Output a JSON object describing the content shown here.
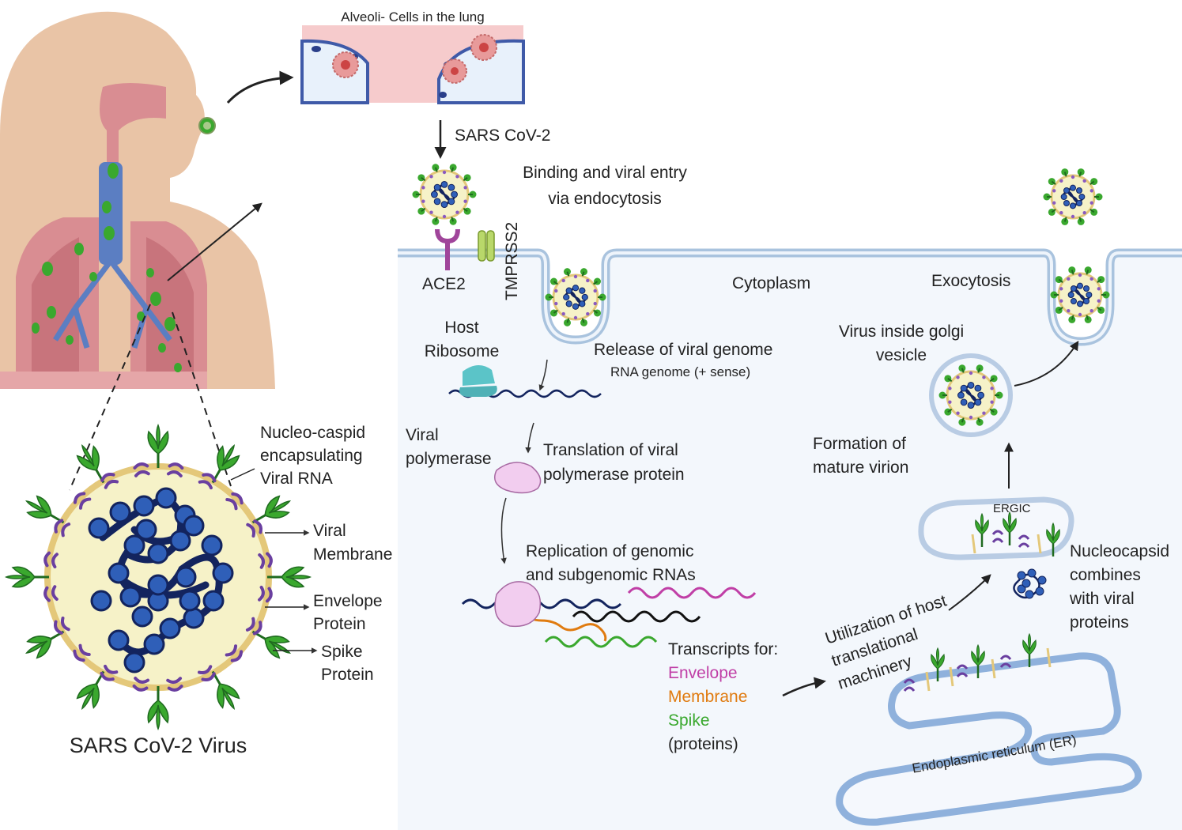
{
  "labels": {
    "alveoli_title": "Alveoli- Cells in the lung",
    "sars_cov2_arrow": "SARS CoV-2",
    "binding_line1": "Binding and viral entry",
    "binding_line2": "via endocytosis",
    "ace2": "ACE2",
    "tmprss2": "TMPRSS2",
    "cytoplasm": "Cytoplasm",
    "exocytosis": "Exocytosis",
    "host_line1": "Host",
    "host_line2": "Ribosome",
    "release_title": "Release of viral genome",
    "release_sub": "RNA genome (+ sense)",
    "golgi_line1": "Virus inside golgi",
    "golgi_line2": "vesicle",
    "viral_pol_line1": "Viral",
    "viral_pol_line2": "polymerase",
    "translation_line1": "Translation of viral",
    "translation_line2": "polymerase protein",
    "formation_line1": "Formation of",
    "formation_line2": "mature virion",
    "ergic": "ERGIC",
    "replication_line1": "Replication of genomic",
    "replication_line2": "and subgenomic RNAs",
    "nucleocapsid_line1": "Nucleocapsid",
    "nucleocapsid_line2": "combines",
    "nucleocapsid_line3": "with viral",
    "nucleocapsid_line4": "proteins",
    "utilization_line1": "Utilization of host",
    "utilization_line2": "translational",
    "utilization_line3": "machinery",
    "transcripts_title": "Transcripts for:",
    "transcript_envelope": "Envelope",
    "transcript_membrane": "Membrane",
    "transcript_spike": "Spike",
    "transcript_proteins": "(proteins)",
    "er": "Endoplasmic reticulum (ER)",
    "nucleo_line1": "Nucleo-caspid",
    "nucleo_line2": "encapsulating",
    "nucleo_line3": "Viral RNA",
    "membrane_line1": "Viral",
    "membrane_line2": "Membrane",
    "envelope_line1": "Envelope",
    "envelope_line2": "Protein",
    "spike_line1": "Spike",
    "spike_line2": "Protein",
    "virus_title": "SARS CoV-2 Virus"
  },
  "colors": {
    "envelope": "#c03fa6",
    "membrane": "#e07b10",
    "spike": "#3aa82e",
    "membrane_line": "#a9c3de",
    "cytoplasm_bg": "#f3f7fc",
    "nucleocapsid": "#2f5fb8",
    "rna": "#13245e"
  }
}
